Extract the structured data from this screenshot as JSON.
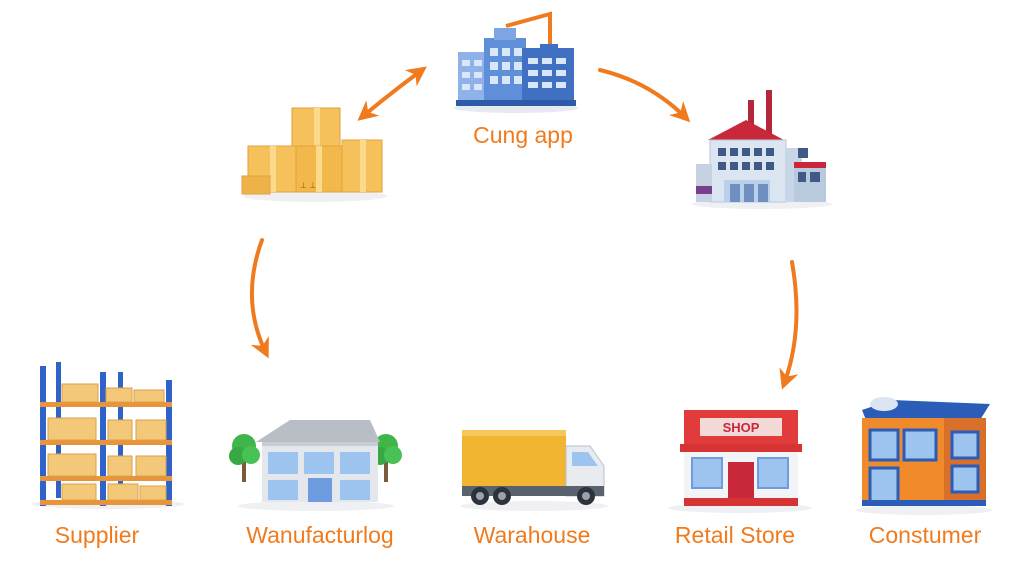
{
  "colors": {
    "accent": "#F07B1E",
    "box": "#F6C15B",
    "box_dark": "#E0A23E",
    "steel": "#3A6FC4",
    "building_blue": "#6F9BE0",
    "glass": "#BFD9F5",
    "roof_red": "#C8283A",
    "store_red": "#E23B3B",
    "truck_yellow": "#F2B532",
    "tree_green": "#3FB54A",
    "consumer_orange": "#F08A2A",
    "consumer_blue": "#2B5DB8"
  },
  "nodes": {
    "cung_app": {
      "label": "Cung app",
      "icon": "factory-tower-icon"
    },
    "boxes": {
      "icon": "cardboard-boxes-icon"
    },
    "top_factory": {
      "icon": "factory-building-icon"
    },
    "supplier": {
      "label": "Supplier",
      "icon": "warehouse-shelving-icon"
    },
    "manufacturing": {
      "label": "Wanufacturlog",
      "icon": "manufacturing-plant-icon"
    },
    "warehouse": {
      "label": "Warahouse",
      "icon": "delivery-truck-icon"
    },
    "retail": {
      "label": "Retail Store",
      "icon": "retail-store-icon",
      "sign": "SHOP"
    },
    "consumer": {
      "label": "Constumer",
      "icon": "consumer-building-icon"
    }
  },
  "arrows": [
    {
      "from": "boxes",
      "to": "cung_app",
      "style": "double",
      "icon": "double-arrow-icon"
    },
    {
      "from": "cung_app",
      "to": "top_factory",
      "style": "single",
      "icon": "arrow-icon"
    },
    {
      "from": "boxes",
      "to": "manufacturing",
      "style": "single",
      "icon": "arrow-icon"
    },
    {
      "from": "top_factory",
      "to": "retail",
      "style": "single",
      "icon": "arrow-icon"
    }
  ]
}
